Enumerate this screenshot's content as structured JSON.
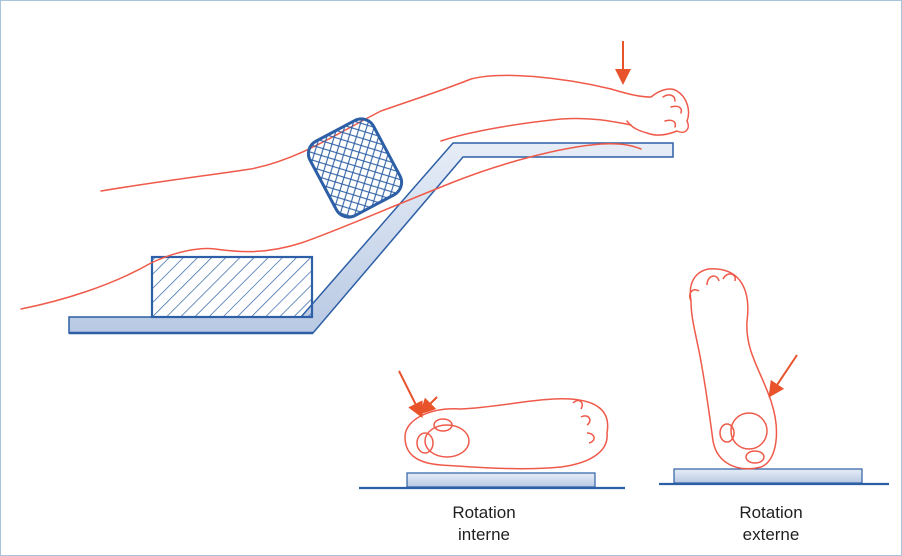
{
  "captions": {
    "internal": {
      "line1": "Rotation",
      "line2": "interne"
    },
    "external": {
      "line1": "Rotation",
      "line2": "externe"
    }
  },
  "colors": {
    "frame": "#a9c3d8",
    "skin_outline": "#ef5a4a",
    "arrow": "#e8532b",
    "support_fill": "#c9d6ea",
    "support_edge": "#2d5fa6",
    "hatch": "#2d5fa6"
  },
  "icons": [
    "pressure-arrow",
    "support-block",
    "knee-strap"
  ]
}
